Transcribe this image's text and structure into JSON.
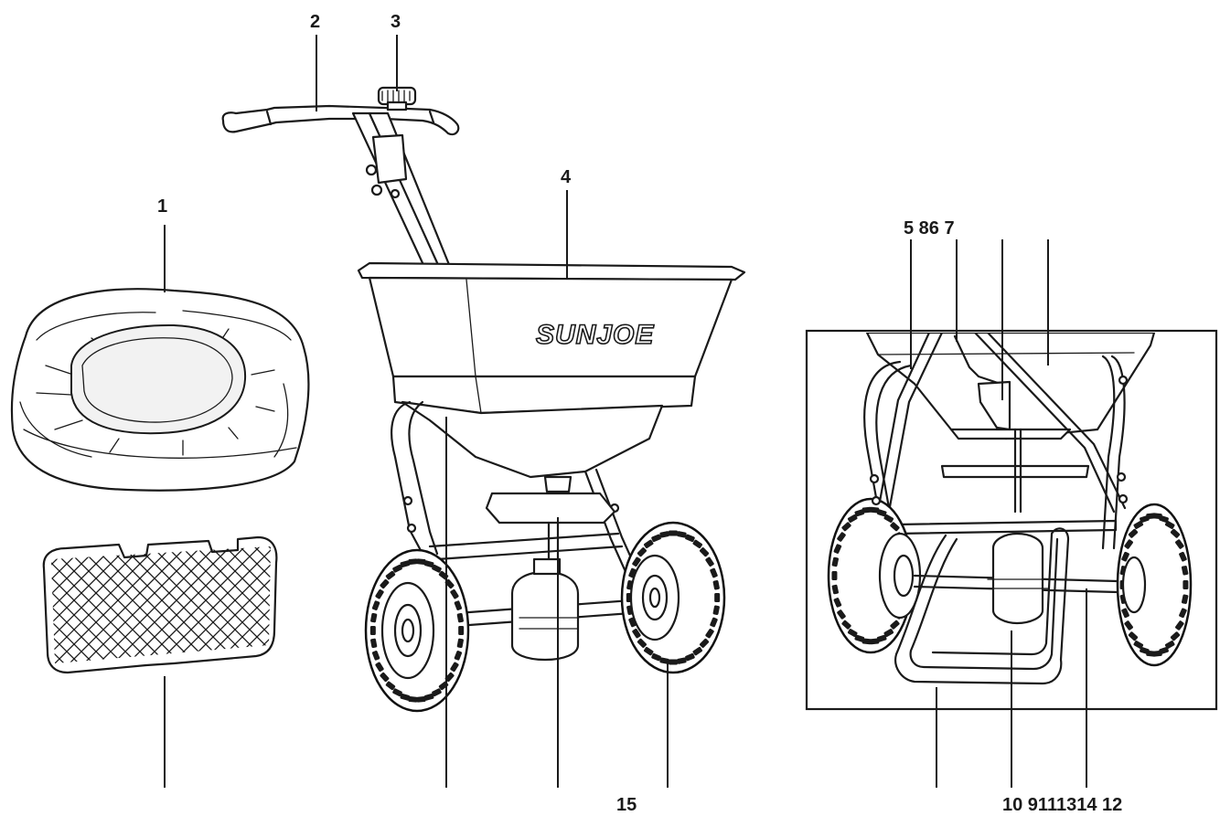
{
  "brand_logo": "SUNJOE",
  "callouts": {
    "c1": "1",
    "c2": "2",
    "c3": "3",
    "c4": "4",
    "c15": "15",
    "top_right_group": "5 86 7",
    "bottom_right_group": "10 9111314 12"
  }
}
